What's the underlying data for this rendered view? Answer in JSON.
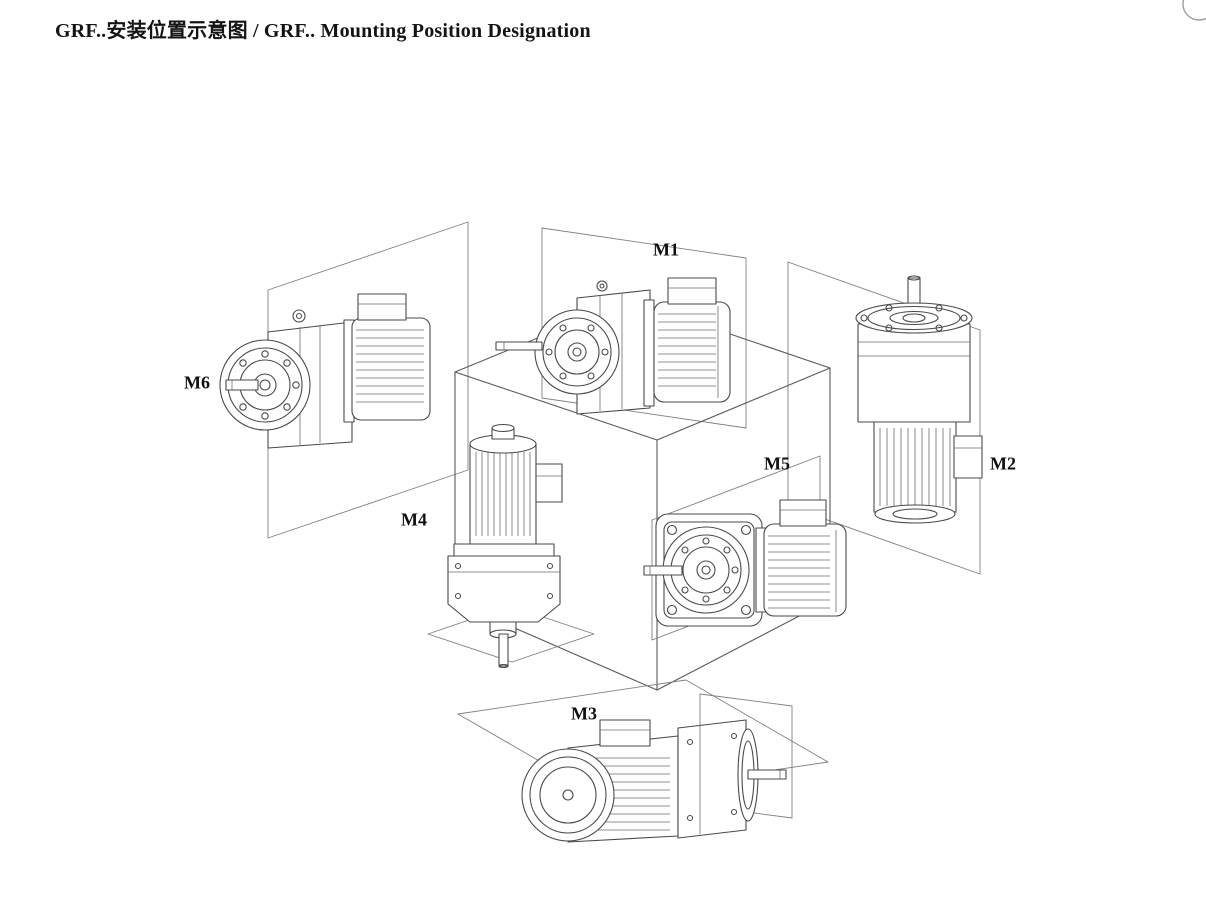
{
  "page": {
    "title": "GRF..安装位置示意图 / GRF.. Mounting Position Designation"
  },
  "diagram": {
    "positions": [
      {
        "label": "M1"
      },
      {
        "label": "M2"
      },
      {
        "label": "M3"
      },
      {
        "label": "M4"
      },
      {
        "label": "M5"
      },
      {
        "label": "M6"
      }
    ]
  }
}
